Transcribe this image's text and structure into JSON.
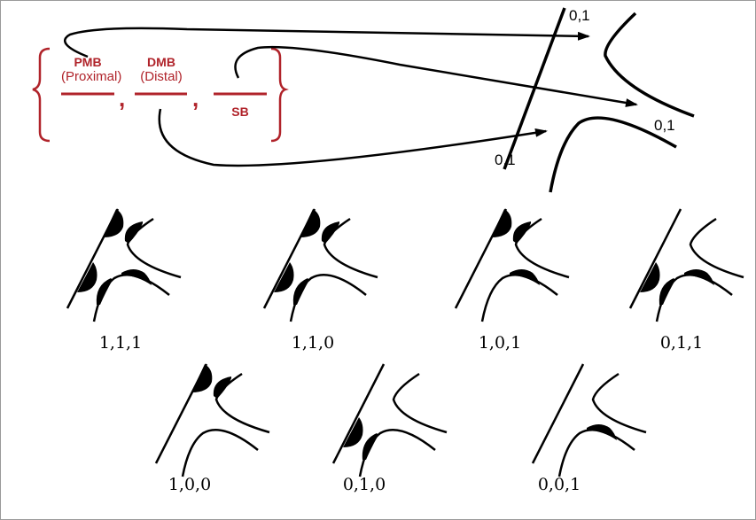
{
  "notation": {
    "pmb": "PMB",
    "pmb_sub": "(Proximal)",
    "dmb": "DMB",
    "dmb_sub": "(Distal)",
    "sb": "SB",
    "separator": ",",
    "color": "#b0232a"
  },
  "main_diagram_labels": [
    "0,1",
    "0,1",
    "0,1"
  ],
  "variants": [
    {
      "label": "1,1,1",
      "p": 1,
      "d": 1,
      "s": 1
    },
    {
      "label": "1,1,0",
      "p": 1,
      "d": 1,
      "s": 0
    },
    {
      "label": "1,0,1",
      "p": 1,
      "d": 0,
      "s": 1
    },
    {
      "label": "0,1,1",
      "p": 0,
      "d": 1,
      "s": 1
    },
    {
      "label": "1,0,0",
      "p": 1,
      "d": 0,
      "s": 0
    },
    {
      "label": "0,1,0",
      "p": 0,
      "d": 1,
      "s": 0
    },
    {
      "label": "0,0,1",
      "p": 0,
      "d": 0,
      "s": 1
    }
  ]
}
